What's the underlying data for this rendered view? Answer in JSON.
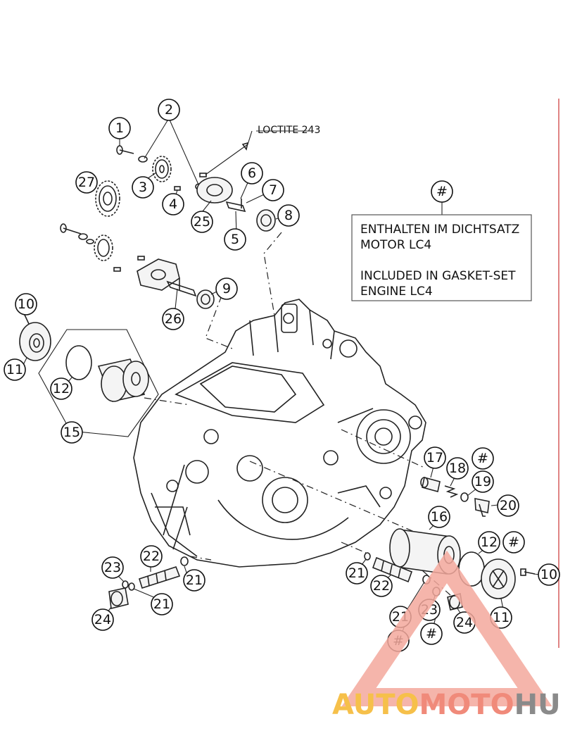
{
  "loctite_label": "LOCTITE 243",
  "note": {
    "marker": "#",
    "line1": "ENTHALTEN IM DICHTSATZ",
    "line2": "MOTOR LC4",
    "line3": "INCLUDED IN GASKET-SET",
    "line4": "ENGINE LC4"
  },
  "callouts": [
    {
      "id": "c1",
      "label": "1"
    },
    {
      "id": "c2",
      "label": "2"
    },
    {
      "id": "c3",
      "label": "3"
    },
    {
      "id": "c4",
      "label": "4"
    },
    {
      "id": "c5",
      "label": "5"
    },
    {
      "id": "c6",
      "label": "6"
    },
    {
      "id": "c7",
      "label": "7"
    },
    {
      "id": "c8",
      "label": "8"
    },
    {
      "id": "c9",
      "label": "9"
    },
    {
      "id": "c10a",
      "label": "10"
    },
    {
      "id": "c10b",
      "label": "10"
    },
    {
      "id": "c11a",
      "label": "11"
    },
    {
      "id": "c11b",
      "label": "11"
    },
    {
      "id": "c12a",
      "label": "12"
    },
    {
      "id": "c12b",
      "label": "12"
    },
    {
      "id": "c15",
      "label": "15"
    },
    {
      "id": "c16",
      "label": "16"
    },
    {
      "id": "c17",
      "label": "17"
    },
    {
      "id": "c18",
      "label": "18"
    },
    {
      "id": "c19",
      "label": "19"
    },
    {
      "id": "c20",
      "label": "20"
    },
    {
      "id": "c21a",
      "label": "21"
    },
    {
      "id": "c21b",
      "label": "21"
    },
    {
      "id": "c21c",
      "label": "21"
    },
    {
      "id": "c21d",
      "label": "21"
    },
    {
      "id": "c22a",
      "label": "22"
    },
    {
      "id": "c22b",
      "label": "22"
    },
    {
      "id": "c23a",
      "label": "23"
    },
    {
      "id": "c23b",
      "label": "23"
    },
    {
      "id": "c24a",
      "label": "24"
    },
    {
      "id": "c24b",
      "label": "24"
    },
    {
      "id": "c25",
      "label": "25"
    },
    {
      "id": "c26",
      "label": "26"
    },
    {
      "id": "c27",
      "label": "27"
    },
    {
      "id": "h1",
      "label": "#"
    },
    {
      "id": "h2",
      "label": "#"
    },
    {
      "id": "h3",
      "label": "#"
    },
    {
      "id": "h4",
      "label": "#"
    }
  ],
  "watermark": {
    "part1": "AUTO",
    "part2": "MOTO",
    "part3": "HUB",
    "color1": "#f6c04a",
    "color2": "#f08a7a",
    "color3": "#8a8a8a"
  }
}
